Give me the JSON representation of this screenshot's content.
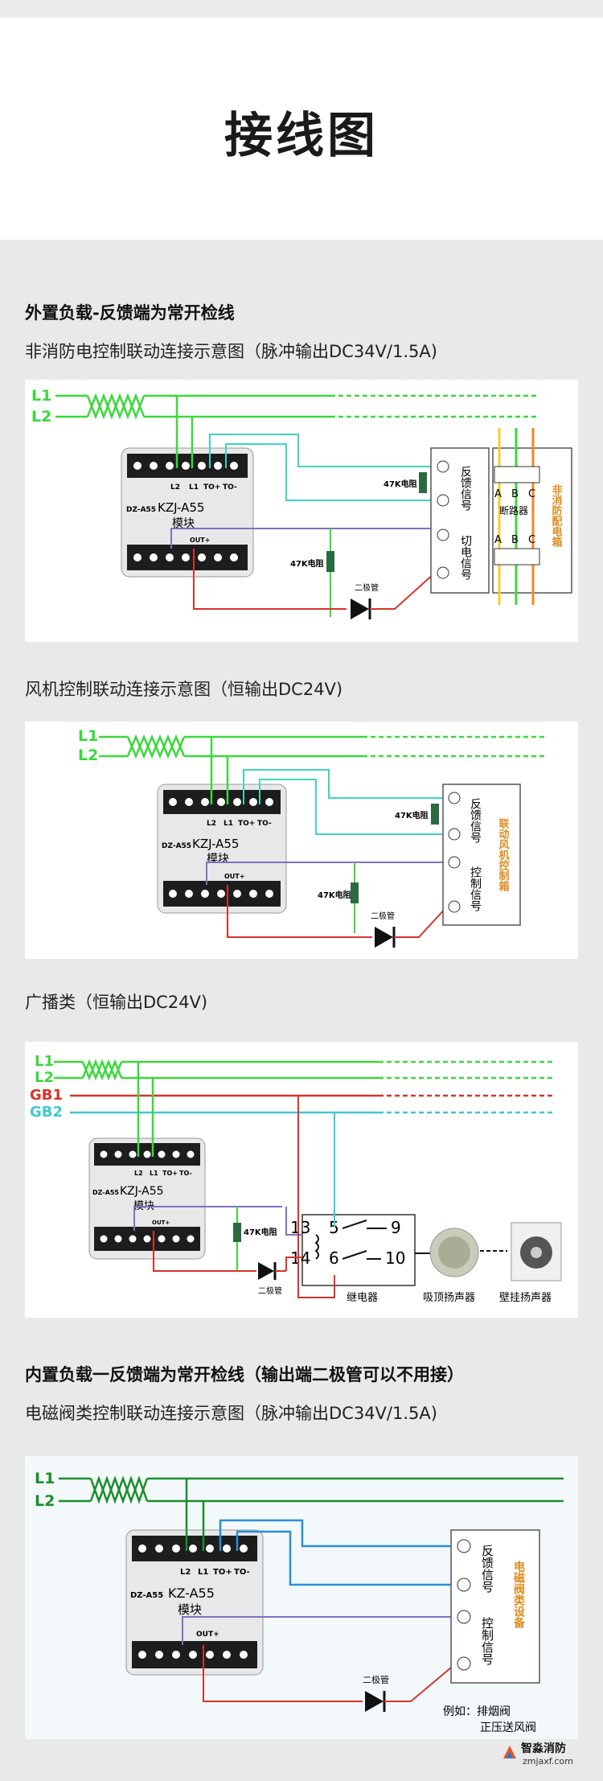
{
  "page": {
    "title": "接线图"
  },
  "section1": {
    "heading": "外置负载-反馈端为常开检线",
    "caption1": "非消防电控制联动连接示意图（脉冲输出DC34V/1.5A)",
    "caption2": "风机控制联动连接示意图（恒输出DC24V)",
    "caption3": "广播类（恒输出DC24V)"
  },
  "section2": {
    "heading": "内置负载一反馈端为常开检线（输出端二极管可以不用接）",
    "caption1": "电磁阀类控制联动连接示意图（脉冲输出DC34V/1.5A)"
  },
  "labels": {
    "L1": "L1",
    "L2": "L2",
    "GB1": "GB1",
    "GB2": "GB2",
    "term_l2": "L2",
    "term_l1": "L1",
    "term_to_pos": "TO+",
    "term_to_neg": "TO-",
    "out_pos": "OUT+",
    "brand": "DZ-A55",
    "model_kzj": "KZJ-A55",
    "model_kz": "KZ-A55",
    "module": "模块",
    "resistor": "47K电阻",
    "diode": "二极管",
    "feedback_signal": "反馈信号",
    "cut_power_signal": "切电信号",
    "control_signal": "控制信号",
    "breaker": "断路器",
    "non_fire_box": "非消防配电箱",
    "fan_box": "联动风机控制箱",
    "valve_box": "电磁阀类设备",
    "A": "A",
    "B": "B",
    "C": "C",
    "relay": "继电器",
    "ceiling_speaker": "吸顶扬声器",
    "wall_speaker": "壁挂扬声器",
    "relay_13": "13",
    "relay_14": "14",
    "relay_5": "5",
    "relay_6": "6",
    "relay_9": "9",
    "relay_10": "10",
    "example": "例如：排烟阀",
    "example2": "正压送风阀"
  },
  "logo": {
    "name": "智淼消防",
    "url": "zmjaxf.com"
  },
  "colors": {
    "bg": "#e9e9e9",
    "wire_green": "#3bd83b",
    "wire_dark_green": "#1a8f2a",
    "wire_cyan": "#40d4c0",
    "wire_blue": "#2a8fd6",
    "wire_red": "#d8332a",
    "wire_purple": "#8070c0",
    "wire_orange": "#ee8a20",
    "wire_yellow": "#f0d020",
    "label_orange": "#e08a1a"
  }
}
